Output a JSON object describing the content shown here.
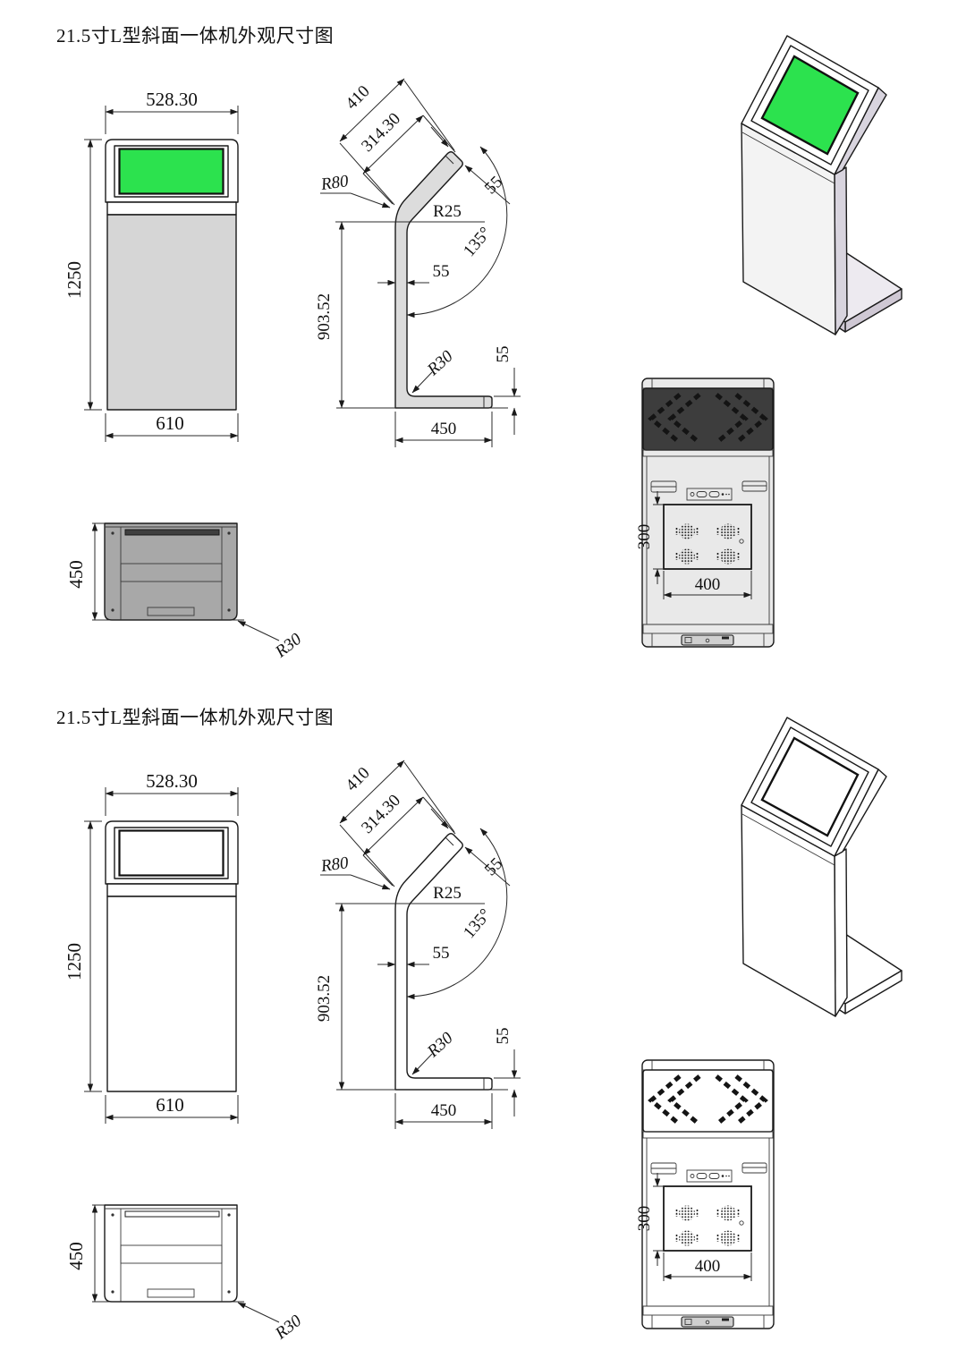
{
  "page": {
    "background": "#ffffff"
  },
  "sections": [
    {
      "title": "21.5寸L型斜面一体机外观尺寸图",
      "style": "colored",
      "colors": {
        "screen": "#2ce24e",
        "body": "#d6d6d6",
        "profile": "#dcdcdc",
        "vent": "#3d3d3d",
        "backBody": "#e9e9e9",
        "handle": "#111111",
        "planFrame": "#a8a8a8",
        "planInner": "#e3e3e3",
        "planBand": "#b5b5b5",
        "planBar": "#3f3f3f",
        "planTray": "#d9d9d9",
        "isoFront": "#f3f3f3",
        "isoSide": "#d8d4de",
        "isoPlate": "#edeaf0",
        "isoPlateEdge": "#cfc8d4"
      },
      "front": {
        "width_top": "528.30",
        "height": "1250",
        "width_bottom": "610"
      },
      "side": {
        "slant_outer": "410",
        "slant_inner": "314.30",
        "radius_top": "R80",
        "radius_inner": "R25",
        "slant_thickness": "55",
        "angle": "135°",
        "column_height": "903.52",
        "column_thickness": "55",
        "radius_base": "R30",
        "base_depth": "450",
        "base_height": "55"
      },
      "plan": {
        "depth": "450",
        "corner_radius": "R30"
      },
      "back": {
        "door_height": "300",
        "door_width": "400"
      }
    },
    {
      "title": "21.5寸L型斜面一体机外观尺寸图",
      "style": "outline",
      "colors": {
        "screen": "#ffffff",
        "body": "#ffffff",
        "profile": "#ffffff",
        "vent": "#ffffff",
        "backBody": "#ffffff",
        "handle": "#ffffff",
        "planFrame": "#ffffff",
        "planInner": "#ffffff",
        "planBand": "#ffffff",
        "planBar": "#ffffff",
        "planTray": "#ffffff",
        "isoFront": "#ffffff",
        "isoSide": "#ffffff",
        "isoPlate": "#ffffff",
        "isoPlateEdge": "#ffffff"
      },
      "front": {
        "width_top": "528.30",
        "height": "1250",
        "width_bottom": "610"
      },
      "side": {
        "slant_outer": "410",
        "slant_inner": "314.30",
        "radius_top": "R80",
        "radius_inner": "R25",
        "slant_thickness": "55",
        "angle": "135°",
        "column_height": "903.52",
        "column_thickness": "55",
        "radius_base": "R30",
        "base_depth": "450",
        "base_height": "55"
      },
      "plan": {
        "depth": "450",
        "corner_radius": "R30"
      },
      "back": {
        "door_height": "300",
        "door_width": "400"
      }
    }
  ]
}
